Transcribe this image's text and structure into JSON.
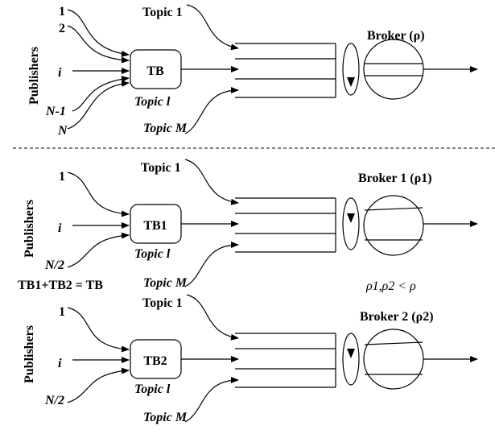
{
  "panels": [
    {
      "publishers_label": "Publishers",
      "sources": [
        "1",
        "2",
        "i",
        "N-1",
        "N"
      ],
      "box_label": "TB",
      "topic_top": "Topic 1",
      "topic_mid": "Topic l",
      "topic_bottom": "Topic M",
      "broker_label": "Broker (ρ)"
    },
    {
      "publishers_label": "Publishers",
      "sources": [
        "1",
        "i",
        "N/2"
      ],
      "box_label": "TB1",
      "topic_top": "Topic 1",
      "topic_mid": "Topic l",
      "topic_bottom": "Topic M",
      "broker_label": "Broker 1 (ρ1)"
    },
    {
      "publishers_label": "Publishers",
      "sources": [
        "1",
        "i",
        "N/2"
      ],
      "box_label": "TB2",
      "topic_top": "Topic 1",
      "topic_mid": "Topic l",
      "topic_bottom": "Topic M",
      "broker_label": "Broker 2 (ρ2)"
    }
  ],
  "equation_tb": "TB1+TB2  = TB",
  "equation_rho": "ρ1,ρ2 < ρ"
}
